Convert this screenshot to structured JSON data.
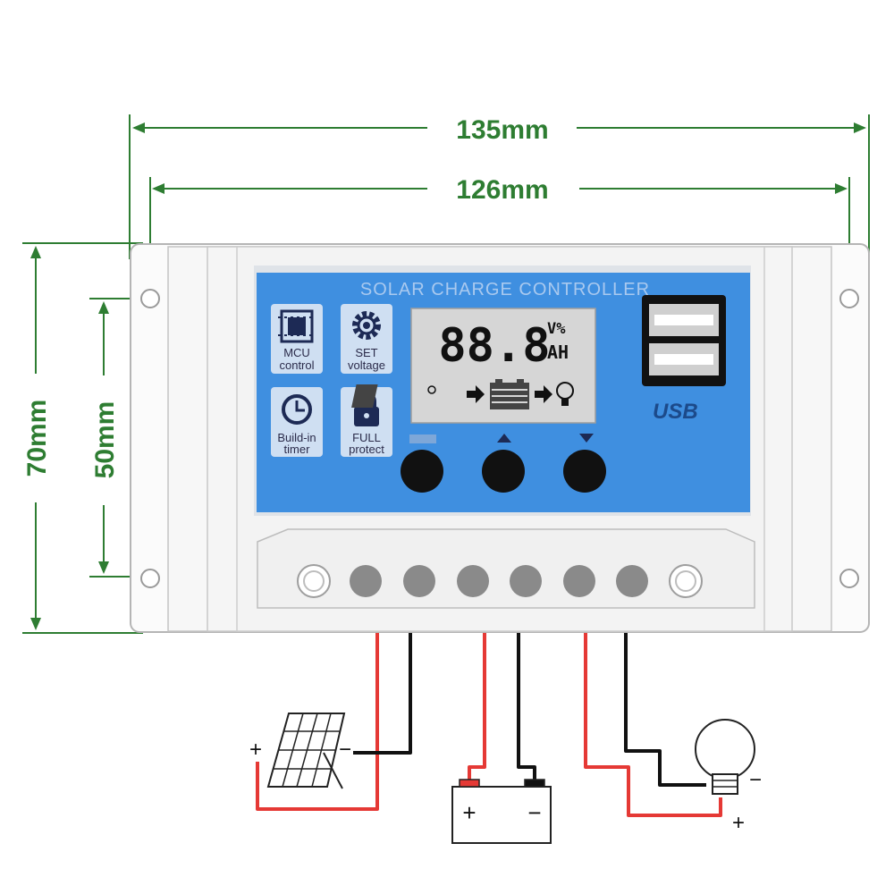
{
  "dimensions": {
    "outer_width": "135mm",
    "mount_width": "126mm",
    "outer_height": "70mm",
    "mount_height": "50mm"
  },
  "panel": {
    "title": "SOLAR CHARGE CONTROLLER",
    "features": [
      {
        "icon": "chip-icon",
        "line1": "MCU",
        "line2": "control"
      },
      {
        "icon": "gear-icon",
        "line1": "SET",
        "line2": "voltage"
      },
      {
        "icon": "clock-icon",
        "line1": "Build-in",
        "line2": "timer"
      },
      {
        "icon": "lock-icon",
        "line1": "FULL",
        "line2": "protect"
      }
    ],
    "lcd": {
      "digits": "88.8",
      "unit_top": "V%",
      "unit_bottom": "AH"
    },
    "usb_label": "USB",
    "colors": {
      "panel": "#3f8fe0",
      "lcd": "#d6d6d6",
      "dimension": "#2e7d32",
      "wire_positive": "#e53935",
      "wire_negative": "#111111"
    }
  },
  "wiring": {
    "solar": {
      "plus": "+",
      "minus": "−"
    },
    "battery": {
      "plus": "+",
      "minus": "−"
    },
    "load": {
      "plus": "+",
      "minus": "−"
    }
  }
}
